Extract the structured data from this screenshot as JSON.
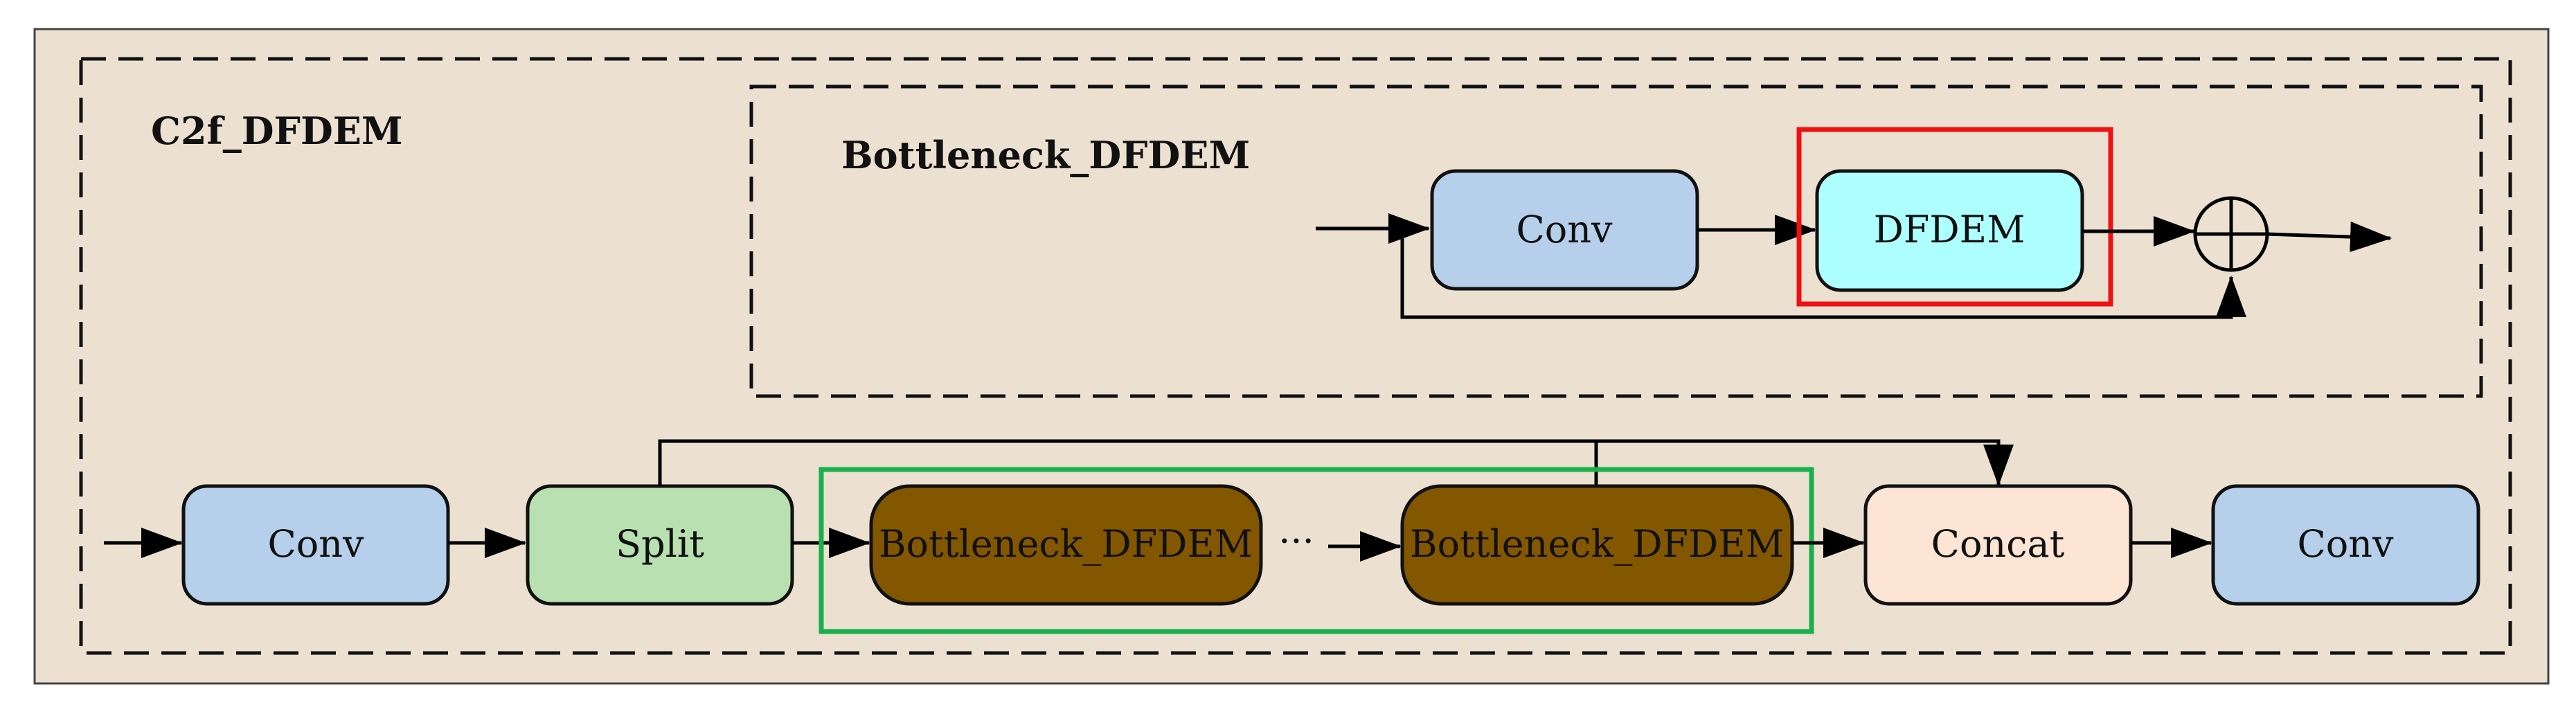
{
  "outer_block": {
    "title": "C2f_DFDEM"
  },
  "inner_block": {
    "title": "Bottleneck_DFDEM"
  },
  "inner_nodes": {
    "conv": "Conv",
    "dfdem": "DFDEM",
    "add_symbol": "⊕"
  },
  "main_nodes": {
    "conv_in": "Conv",
    "split": "Split",
    "bottleneck_1": "Bottleneck_DFDEM",
    "ellipsis": "···",
    "bottleneck_n": "Bottleneck_DFDEM",
    "concat": "Concat",
    "conv_out": "Conv"
  },
  "colors": {
    "background": "#ece1d1",
    "conv_fill": "#b6cfea",
    "dfdem_fill": "#aeffff",
    "split_fill": "#b8e0b0",
    "bottleneck_fill": "#835700",
    "concat_fill": "#fde5d6",
    "highlight_red": "#ee1111",
    "highlight_green": "#18b04a"
  }
}
